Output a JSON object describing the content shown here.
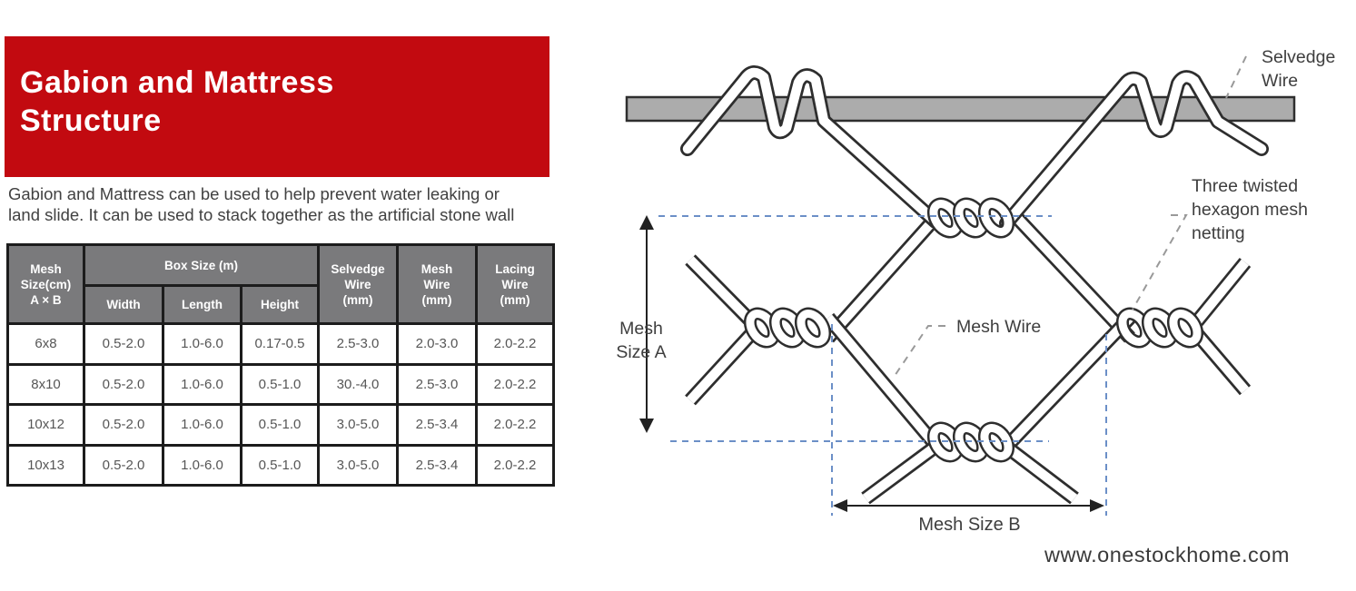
{
  "header": {
    "title": "Gabion and Mattress\nStructure",
    "bg_color": "#c20a10"
  },
  "description": "Gabion and Mattress can be used to help prevent water leaking or\nland slide. It can be used to stack together as the artificial stone wall",
  "table": {
    "headers": {
      "mesh_size": "Mesh\nSize(cm)\nA × B",
      "box_size": "Box Size (m)",
      "width": "Width",
      "length": "Length",
      "height": "Height",
      "selvedge_wire": "Selvedge\nWire\n(mm)",
      "mesh_wire": "Mesh\nWire\n(mm)",
      "lacing_wire": "Lacing\nWire\n(mm)"
    },
    "rows": [
      [
        "6x8",
        "0.5-2.0",
        "1.0-6.0",
        "0.17-0.5",
        "2.5-3.0",
        "2.0-3.0",
        "2.0-2.2"
      ],
      [
        "8x10",
        "0.5-2.0",
        "1.0-6.0",
        "0.5-1.0",
        "30.-4.0",
        "2.5-3.0",
        "2.0-2.2"
      ],
      [
        "10x12",
        "0.5-2.0",
        "1.0-6.0",
        "0.5-1.0",
        "3.0-5.0",
        "2.5-3.4",
        "2.0-2.2"
      ],
      [
        "10x13",
        "0.5-2.0",
        "1.0-6.0",
        "0.5-1.0",
        "3.0-5.0",
        "2.5-3.4",
        "2.0-2.2"
      ]
    ]
  },
  "diagram": {
    "labels": {
      "selvedge_wire": "Selvedge\nWire",
      "three_twisted": "Three twisted\nhexagon mesh\nnetting",
      "mesh_wire": "Mesh Wire",
      "mesh_size_a": "Mesh\nSize A",
      "mesh_size_b": "Mesh Size B"
    },
    "colors": {
      "bar_fill": "#acacac",
      "wire_outline": "#2e2e2e",
      "dimension_blue": "#6b8fc7",
      "leader_gray": "#999999"
    }
  },
  "footer": {
    "website": "www.onestockhome.com"
  }
}
